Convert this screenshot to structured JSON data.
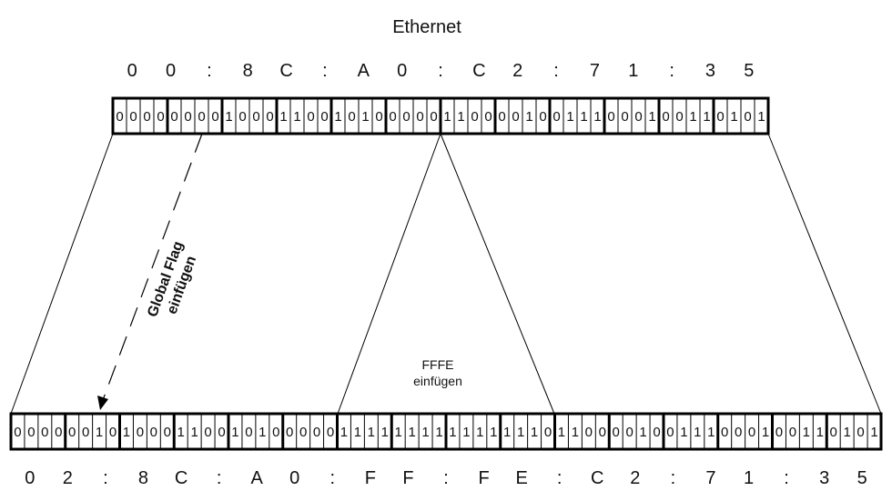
{
  "title": "Ethernet",
  "top": {
    "hex_labels": [
      "0",
      "0",
      ":",
      "8",
      "C",
      ":",
      "A",
      "0",
      ":",
      "C",
      "2",
      ":",
      "7",
      "1",
      ":",
      "3",
      "5"
    ],
    "nibbles": [
      "0000",
      "0000",
      "1000",
      "1100",
      "1010",
      "0000",
      "1100",
      "0010",
      "0111",
      "0001",
      "0011",
      "0101"
    ]
  },
  "bottom": {
    "hex_labels": [
      "0",
      "2",
      ":",
      "8",
      "C",
      ":",
      "A",
      "0",
      ":",
      "F",
      "F",
      ":",
      "F",
      "E",
      ":",
      "C",
      "2",
      ":",
      "7",
      "1",
      ":",
      "3",
      "5"
    ],
    "nibbles": [
      "0000",
      "0010",
      "1000",
      "1100",
      "1010",
      "0000",
      "1111",
      "1111",
      "1111",
      "1110",
      "1100",
      "0010",
      "0111",
      "0001",
      "0011",
      "0101"
    ]
  },
  "annotations": {
    "fffe_line1": "FFFE",
    "fffe_line2": "einfügen",
    "flag_line1": "Global Flag",
    "flag_line2": "einfügen"
  }
}
